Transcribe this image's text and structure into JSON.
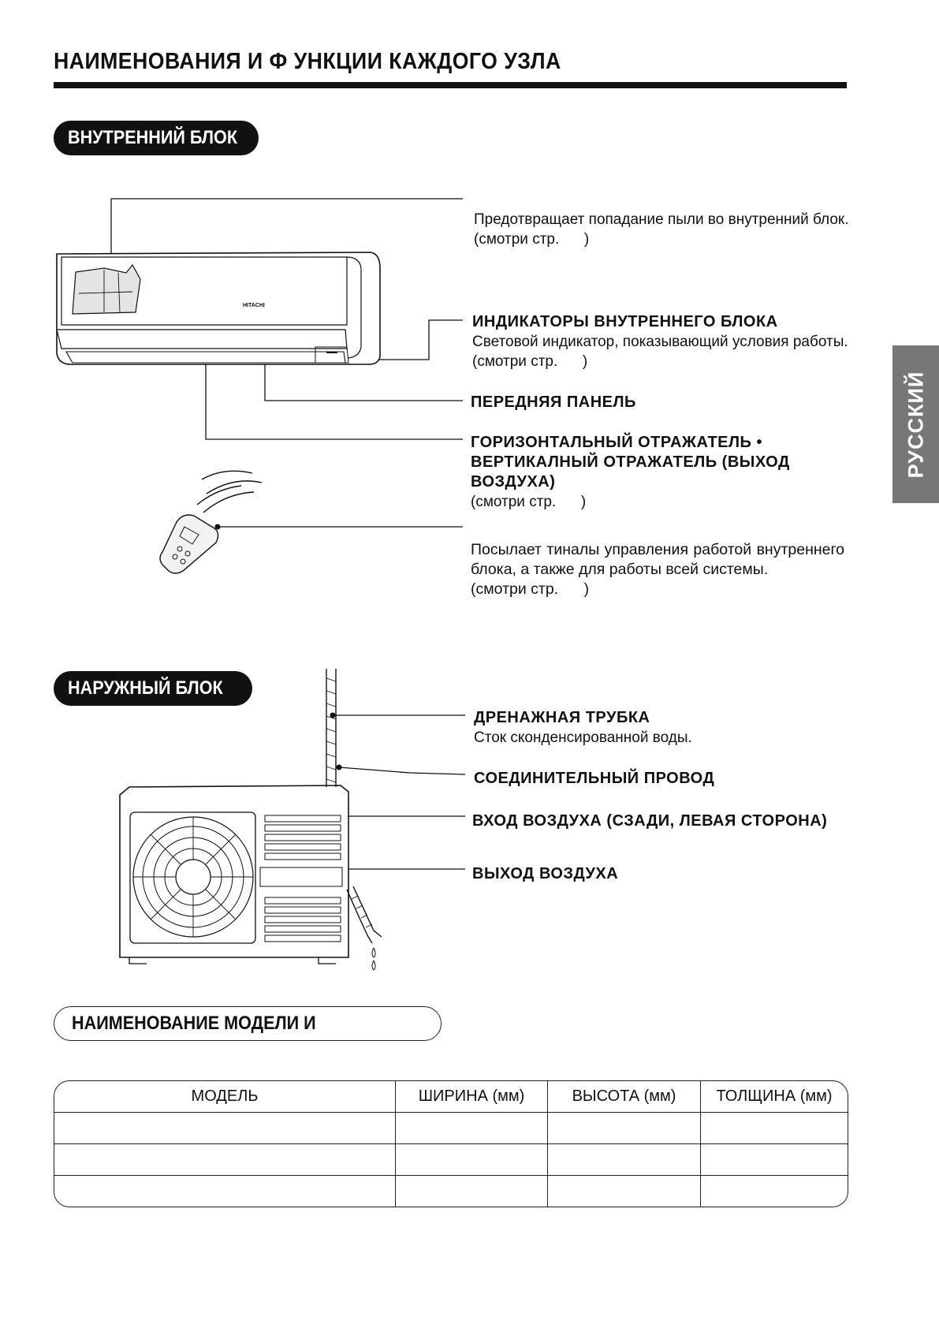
{
  "page_title": "НАИМЕНОВАНИЯ И Ф УНКЦИИ КАЖДОГО УЗЛА",
  "side_tab": "РУССКИЙ",
  "indoor": {
    "section_title": "ВНУТРЕННИЙ БЛОК",
    "filter_desc": "Предотвращает попадание пыли во внутренний блок.",
    "filter_ref": "(смотри стр.      )",
    "brand": "HITACHI",
    "indicators_title": "ИНДИКАТОРЫ ВНУТРЕННЕГО БЛОКА",
    "indicators_desc": "Световой индикатор, показывающий условия работы.",
    "indicators_ref": "(смотри стр.      )",
    "front_panel_title": "ПЕРЕДНЯЯ ПАНЕЛЬ",
    "deflector_title": "ГОРИЗОНТАЛЬНЫЙ ОТРАЖАТЕЛЬ • ВЕРТИКАЛНЫЙ ОТРАЖАТЕЛЬ (ВЫХОД ВОЗДУХА)",
    "deflector_ref": "(смотри стр.      )",
    "remote_desc": "Посылает тиналы управления работой внутреннего блока, а также для работы всей системы.",
    "remote_ref": "(смотри стр.      )"
  },
  "outdoor": {
    "section_title": "НАРУЖНЫЙ БЛОК",
    "drain_title": "ДРЕНАЖНАЯ ТРУБКА",
    "drain_desc": "Сток сконденсированной воды.",
    "wire_title": "СОЕДИНИТЕЛЬНЫЙ ПРОВОД",
    "air_in_title": "ВХОД ВОЗДУХА (СЗАДИ, ЛЕВАЯ СТОРОНА)",
    "air_out_title": "ВЫХОД ВОЗДУХА"
  },
  "model": {
    "section_title": "НАИМЕНОВАНИЕ МОДЕЛИ И",
    "columns": [
      "МОДЕЛЬ",
      "ШИРИНА (мм)",
      "ВЫСОТА (мм)",
      "ТОЛЩИНА (мм)"
    ],
    "rows": [
      [
        "",
        "",
        "",
        ""
      ],
      [
        "",
        "",
        "",
        ""
      ],
      [
        "",
        "",
        "",
        ""
      ]
    ]
  }
}
